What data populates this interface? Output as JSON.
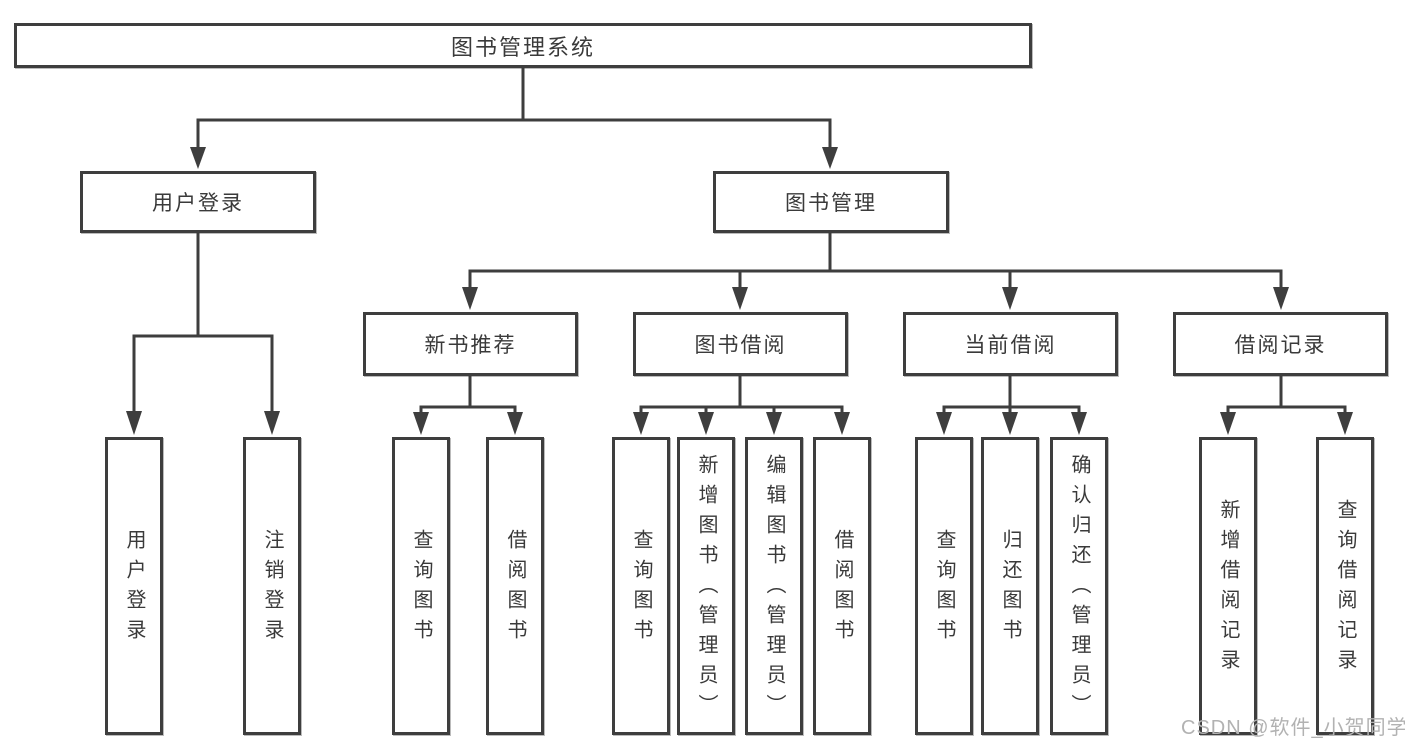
{
  "diagram_type": "hierarchy-tree",
  "colors": {
    "line": "#3e3e3e",
    "text": "#3a3a3a",
    "box_background": "#ffffff",
    "page_background": "#ffffff",
    "watermark": "#b2b2b2"
  },
  "tree": {
    "root": "图书管理系统",
    "login": {
      "label": "用户登录",
      "children": [
        "用户登录",
        "注销登录"
      ]
    },
    "manage": {
      "label": "图书管理"
    },
    "groups": [
      {
        "label": "新书推荐",
        "children": [
          "查询图书",
          "借阅图书"
        ]
      },
      {
        "label": "图书借阅",
        "children": [
          "查询图书",
          "新增图书（管理员）",
          "编辑图书（管理员）",
          "借阅图书"
        ]
      },
      {
        "label": "当前借阅",
        "children": [
          "查询图书",
          "归还图书",
          "确认归还（管理员）"
        ]
      },
      {
        "label": "借阅记录",
        "children": [
          "新增借阅记录",
          "查询借阅记录"
        ]
      }
    ]
  },
  "watermark": "CSDN @软件_小贺同学"
}
